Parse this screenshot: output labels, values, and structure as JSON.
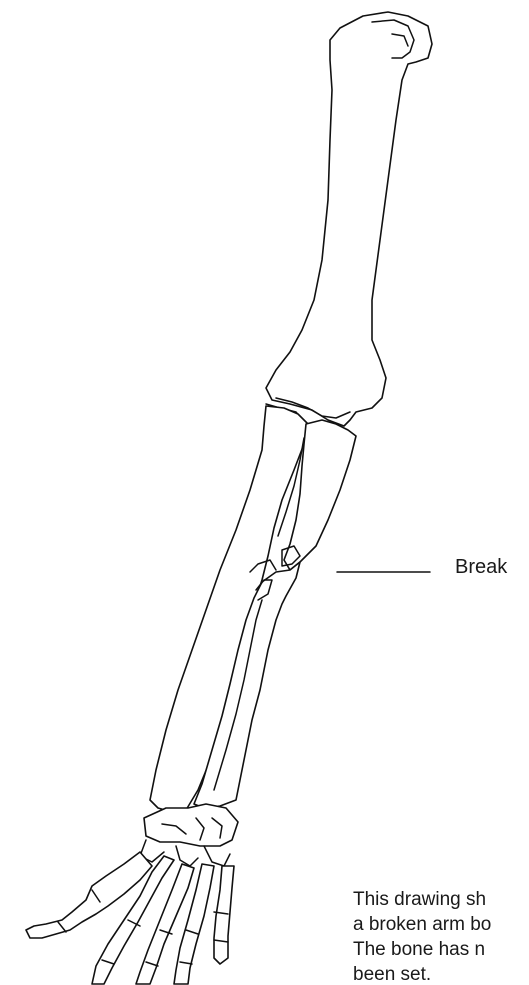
{
  "labels": {
    "break": "Break"
  },
  "caption": {
    "lines": [
      "This drawing sh",
      "a broken arm bo",
      "The bone has n",
      "been set."
    ]
  },
  "colors": {
    "ink": "#111111",
    "background": "#ffffff"
  }
}
